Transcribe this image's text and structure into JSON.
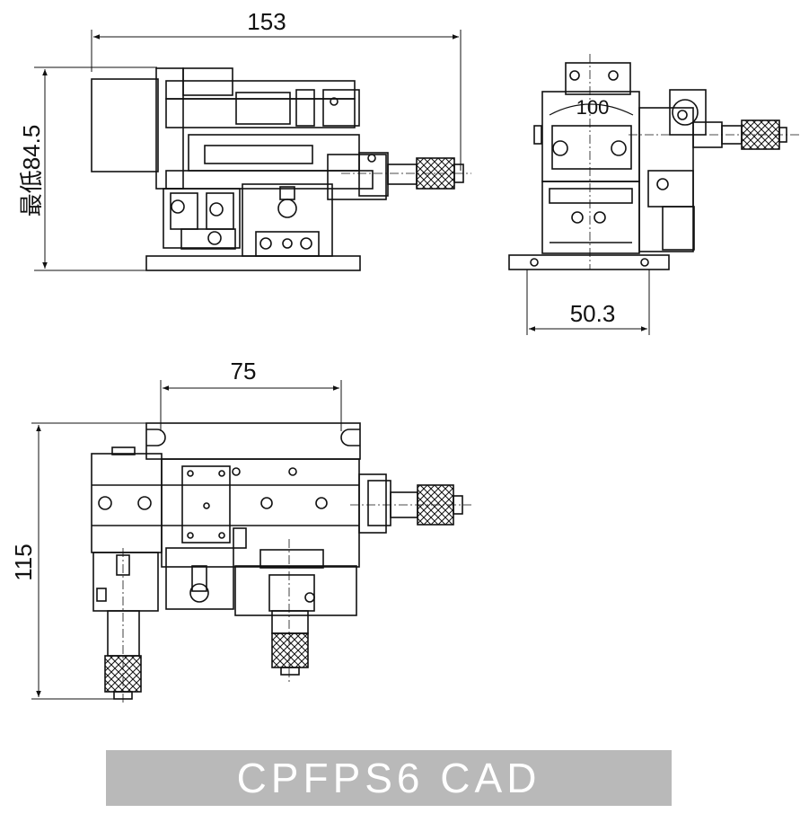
{
  "dimensions": {
    "width_top": "153",
    "min_height": "最低84.5",
    "side_offset": "50.3",
    "width_plan": "75",
    "length_plan": "115"
  },
  "dial_label": "100",
  "banner": {
    "title": "CPFPS6 CAD"
  },
  "colors": {
    "line": "#111111",
    "body_fill": "#ffffff",
    "banner_bg": "#b9b9b9",
    "banner_text": "#ffffff"
  }
}
